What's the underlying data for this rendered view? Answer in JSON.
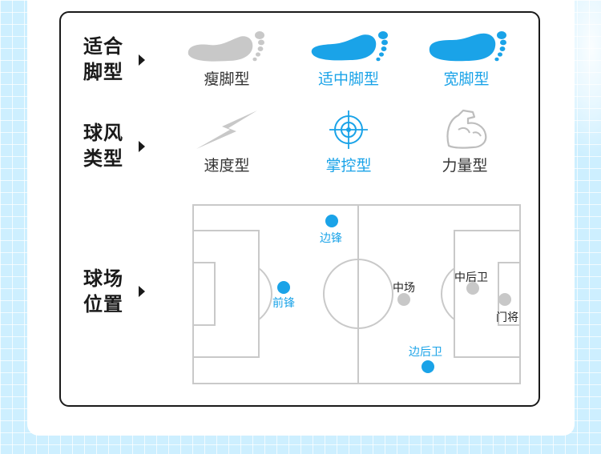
{
  "rows": {
    "foot": {
      "label_line1": "适合",
      "label_line2": "脚型",
      "options": [
        {
          "label": "瘦脚型",
          "icon": "foot-icon",
          "selected": false
        },
        {
          "label": "适中脚型",
          "icon": "foot-icon",
          "selected": true
        },
        {
          "label": "宽脚型",
          "icon": "foot-icon",
          "selected": true
        }
      ]
    },
    "style": {
      "label_line1": "球风",
      "label_line2": "类型",
      "options": [
        {
          "label": "速度型",
          "icon": "lightning-icon",
          "selected": false
        },
        {
          "label": "掌控型",
          "icon": "target-icon",
          "selected": true
        },
        {
          "label": "力量型",
          "icon": "bicep-icon",
          "selected": false
        }
      ]
    },
    "position": {
      "label_line1": "球场",
      "label_line2": "位置",
      "positions": [
        {
          "label": "边锋",
          "selected": true
        },
        {
          "label": "前锋",
          "selected": true
        },
        {
          "label": "中场",
          "selected": false
        },
        {
          "label": "中后卫",
          "selected": false
        },
        {
          "label": "门将",
          "selected": false
        },
        {
          "label": "边后卫",
          "selected": true
        }
      ]
    }
  },
  "colors": {
    "active": "#1aa3e8",
    "inactive": "#c8c8c8",
    "text": "#1a1a1a",
    "line": "#c9c9c9"
  }
}
